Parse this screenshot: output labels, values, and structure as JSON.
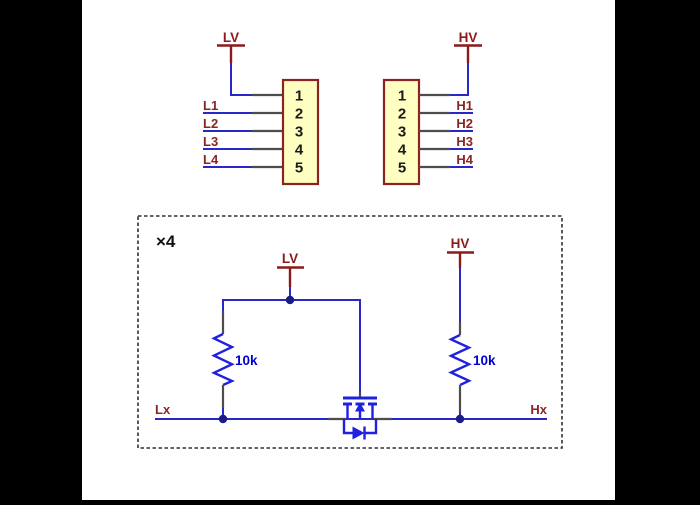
{
  "colors": {
    "background": "#000000",
    "canvas": "#ffffff",
    "wire": "#2828c8",
    "component": "#2020e0",
    "junction": "#1c1c86",
    "net_label": "#8b2525",
    "power_flag": "#8b1a1a",
    "connector_fill": "#ffffc2",
    "connector_border": "#8b2323",
    "pin_number": "#1a1a1a",
    "pin_stub": "#4d4d4d",
    "value_label": "#0000d0",
    "cell_border": "#303030",
    "multiplier_text": "#111111"
  },
  "top": {
    "lv_flag": "LV",
    "hv_flag": "HV",
    "left_connector": {
      "pins": [
        "1",
        "2",
        "3",
        "4",
        "5"
      ],
      "nets": [
        "L1",
        "L2",
        "L3",
        "L4"
      ]
    },
    "right_connector": {
      "pins": [
        "1",
        "2",
        "3",
        "4",
        "5"
      ],
      "nets": [
        "H1",
        "H2",
        "H3",
        "H4"
      ]
    }
  },
  "cell": {
    "multiplier": "×4",
    "lv_flag": "LV",
    "hv_flag": "HV",
    "pullup_low_value": "10k",
    "pullup_high_value": "10k",
    "input_net": "Lx",
    "output_net": "Hx"
  }
}
